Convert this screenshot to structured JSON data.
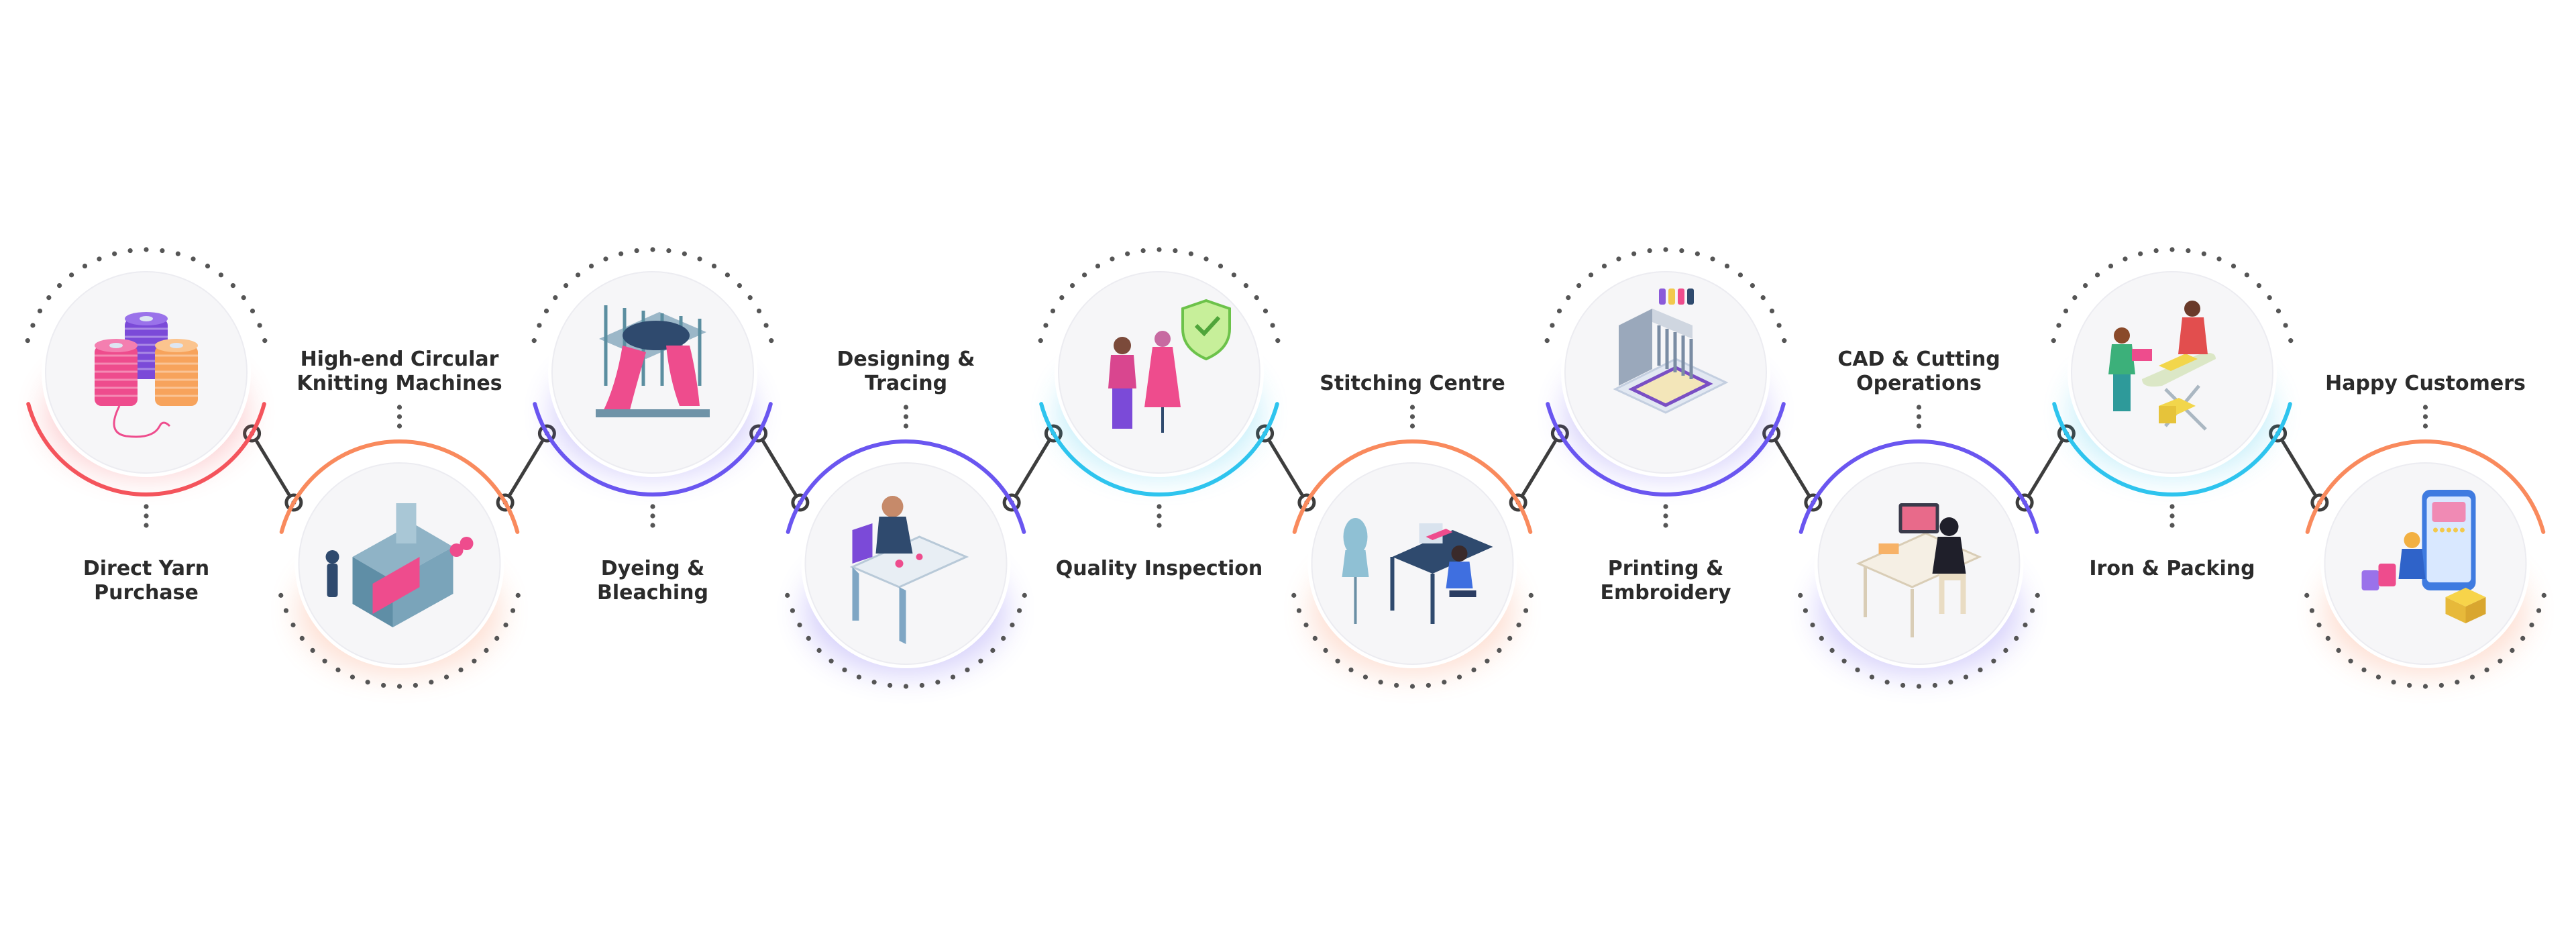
{
  "steps": [
    {
      "id": "direct-yarn-purchase",
      "label": "Direct Yarn\nPurchase",
      "icon": "yarn-spools-icon",
      "color": "#f4545c"
    },
    {
      "id": "circular-knitting",
      "label": "High-end Circular\nKnitting Machines",
      "icon": "knitting-machine-icon",
      "color": "#f98a5d"
    },
    {
      "id": "dyeing-bleaching",
      "label": "Dyeing &\nBleaching",
      "icon": "dyeing-machine-icon",
      "color": "#6a56f0"
    },
    {
      "id": "designing-tracing",
      "label": "Designing &\nTracing",
      "icon": "designer-desk-icon",
      "color": "#6a56f0"
    },
    {
      "id": "quality-inspection",
      "label": "Quality Inspection",
      "icon": "quality-inspector-icon",
      "color": "#2ec4ee"
    },
    {
      "id": "stitching-centre",
      "label": "Stitching Centre",
      "icon": "sewing-station-icon",
      "color": "#f98a5d"
    },
    {
      "id": "printing-embroidery",
      "label": "Printing & Embroidery",
      "icon": "embroidery-machine-icon",
      "color": "#6a56f0"
    },
    {
      "id": "cad-cutting",
      "label": "CAD & Cutting\nOperations",
      "icon": "cad-workstation-icon",
      "color": "#6a56f0"
    },
    {
      "id": "iron-packing",
      "label": "Iron & Packing",
      "icon": "ironing-board-icon",
      "color": "#2ec4ee"
    },
    {
      "id": "happy-customers",
      "label": "Happy Customers",
      "icon": "shopping-phone-icon",
      "color": "#f98a5d"
    }
  ],
  "colors": {
    "connector": "#3d3d3d",
    "dots": "#555555",
    "label": "#2b2b2b",
    "pink": "#ee4c8d",
    "purple": "#7b4ad8",
    "orange": "#f7a35c",
    "teal": "#5b8ea0",
    "navy": "#2f4a6e"
  }
}
